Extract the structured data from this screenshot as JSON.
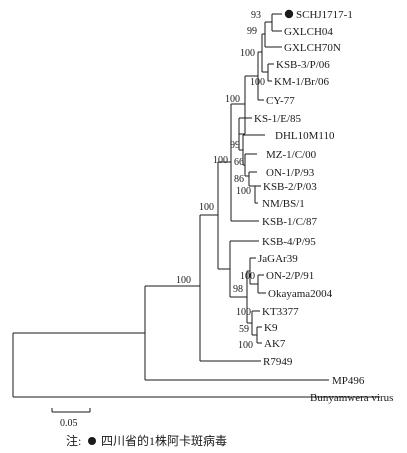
{
  "taxa": {
    "schj1717": "SCHJ1717-1",
    "gxlch04": "GXLCH04",
    "gxlch70n": "GXLCH70N",
    "ksb3": "KSB-3/P/06",
    "km1": "KM-1/Br/06",
    "cy77": "CY-77",
    "ks1": "KS-1/E/85",
    "dhl": "DHL10M110",
    "mz1": "MZ-1/C/00",
    "on1": "ON-1/P/93",
    "ksb2": "KSB-2/P/03",
    "nm": "NM/BS/1",
    "ksb1": "KSB-1/C/87",
    "ksb4": "KSB-4/P/95",
    "jagar": "JaGAr39",
    "on2": "ON-2/P/91",
    "okayama": "Okayama2004",
    "kt3377": "KT3377",
    "k9": "K9",
    "ak7": "AK7",
    "r7949": "R7949",
    "mp496": "MP496",
    "bunyamwera": "Bunyamwera virus"
  },
  "support_values": {
    "n93": "93",
    "n99": "99",
    "n100_ksb3km1": "100",
    "n100_cy": "100",
    "n99_mz": "99",
    "n66": "66",
    "n86": "86",
    "n100_ksb2nm": "100",
    "n100_ks1clade": "100",
    "n100_ksb4clade": "100",
    "n100_big": "100",
    "n98": "98",
    "n100_on2ok": "100",
    "n100_kt": "100",
    "n59": "59",
    "n100_k9ak7": "100",
    "n100_root": "100"
  },
  "scale_bar": {
    "label": "0.05"
  },
  "note": {
    "prefix": "注:",
    "text": "四川省的1株阿卡斑病毒"
  },
  "colors": {
    "ink": "#1a1a1a",
    "background": "#ffffff"
  },
  "highlight_marker": "filled-circle"
}
